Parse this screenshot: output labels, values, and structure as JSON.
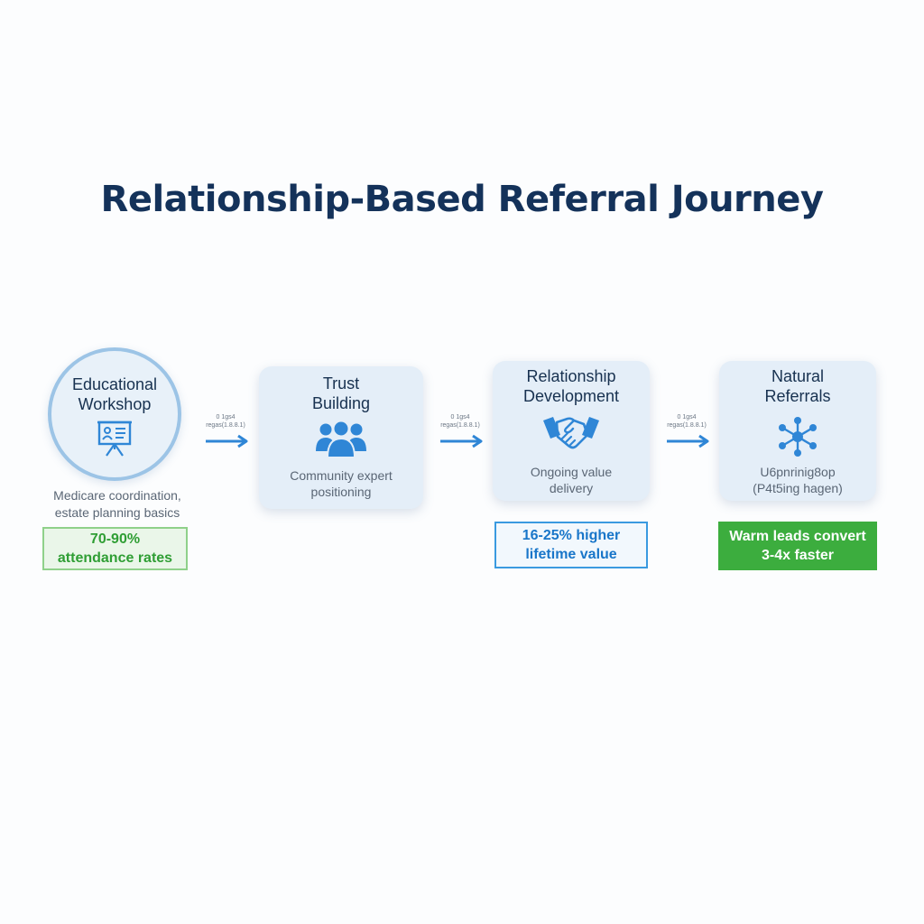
{
  "title": "Relationship-Based Referral Journey",
  "colors": {
    "title": "#14325a",
    "accent_blue": "#2f86d6",
    "green": "#3cad3e"
  },
  "nodes": [
    {
      "title_lines": [
        "Educational",
        "Workshop"
      ],
      "icon": "presentation-board-icon",
      "description_lines": [
        "Medicare coordination,",
        "estate planning basics"
      ],
      "badge_lines": [
        "70-90%",
        "attendance rates"
      ]
    },
    {
      "title_lines": [
        "Trust",
        "Building"
      ],
      "icon": "people-group-icon",
      "description_lines": [
        "Community expert",
        "positioning"
      ]
    },
    {
      "title_lines": [
        "Relationship",
        "Development"
      ],
      "icon": "handshake-icon",
      "description_lines": [
        "Ongoing value",
        "delivery"
      ],
      "badge_lines": [
        "16-25% higher",
        "lifetime value"
      ]
    },
    {
      "title_lines": [
        "Natural",
        "Referrals"
      ],
      "icon": "network-icon",
      "description_lines": [
        "U6pnrinig8op",
        "(P4t5ing hagen)"
      ],
      "badge_lines": [
        "Warm leads convert",
        "3-4x faster"
      ]
    }
  ],
  "connectors": [
    {
      "label_lines": [
        "0 1gs4",
        "regas(1.8.8.1)"
      ]
    },
    {
      "label_lines": [
        "0 1gs4",
        "regas(1.8.8.1)"
      ]
    },
    {
      "label_lines": [
        "0 1gs4",
        "regas(1.8.8.1)"
      ]
    }
  ]
}
